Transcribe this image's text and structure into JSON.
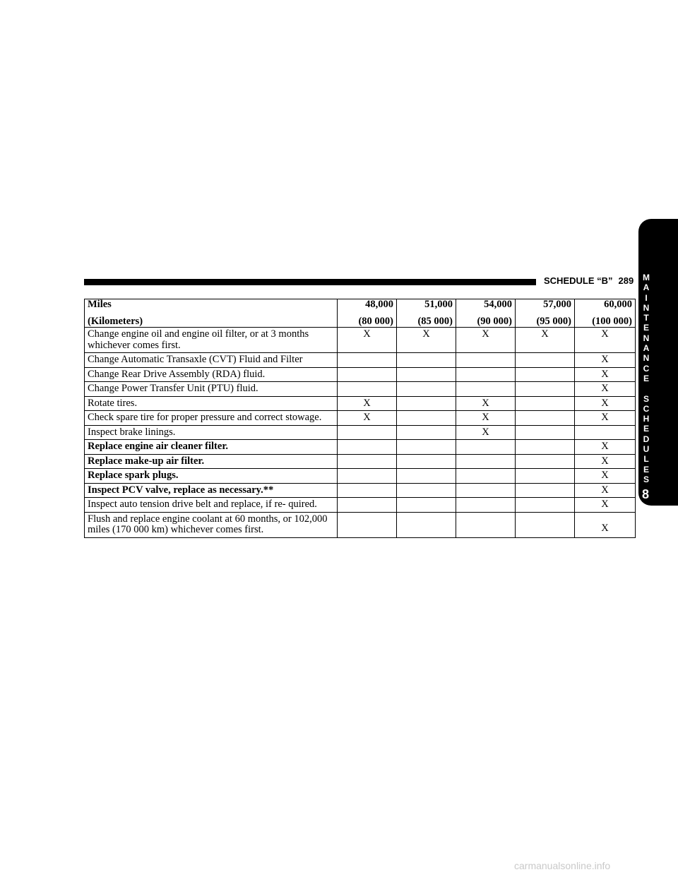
{
  "header": {
    "section": "SCHEDULE “B”",
    "page": "289"
  },
  "side_tab": {
    "letters": [
      "M",
      "A",
      "I",
      "N",
      "T",
      "E",
      "N",
      "A",
      "N",
      "C",
      "E",
      "",
      "S",
      "C",
      "H",
      "E",
      "D",
      "U",
      "L",
      "E",
      "S"
    ],
    "chapter": "8"
  },
  "table": {
    "header_label_1": "Miles",
    "header_label_2": "(Kilometers)",
    "columns": [
      {
        "miles": "48,000",
        "km": "(80 000)"
      },
      {
        "miles": "51,000",
        "km": "(85 000)"
      },
      {
        "miles": "54,000",
        "km": "(90 000)"
      },
      {
        "miles": "57,000",
        "km": "(95 000)"
      },
      {
        "miles": "60,000",
        "km": "(100 000)"
      }
    ],
    "rows": [
      {
        "task": "Change engine oil and engine oil filter, or at 3 months whichever comes first.",
        "marks": [
          "X",
          "X",
          "X",
          "X",
          "X"
        ]
      },
      {
        "task": "Change Automatic Transaxle (CVT) Fluid and Filter",
        "marks": [
          "",
          "",
          "",
          "",
          "X"
        ]
      },
      {
        "task": "Change Rear Drive Assembly (RDA) fluid.",
        "marks": [
          "",
          "",
          "",
          "",
          "X"
        ]
      },
      {
        "task": "Change Power Transfer Unit (PTU) fluid.",
        "marks": [
          "",
          "",
          "",
          "",
          "X"
        ]
      },
      {
        "task": "Rotate tires.",
        "marks": [
          "X",
          "",
          "X",
          "",
          "X"
        ]
      },
      {
        "task": "Check spare tire for proper pressure and correct stowage.",
        "marks": [
          "X",
          "",
          "X",
          "",
          "X"
        ]
      },
      {
        "task": "Inspect brake linings.",
        "marks": [
          "",
          "",
          "X",
          "",
          ""
        ]
      },
      {
        "task": "Replace engine air cleaner filter.",
        "marks": [
          "",
          "",
          "",
          "",
          "X"
        ]
      },
      {
        "task": "Replace make-up air filter.",
        "marks": [
          "",
          "",
          "",
          "",
          "X"
        ]
      },
      {
        "task": "Replace spark plugs.",
        "marks": [
          "",
          "",
          "",
          "",
          "X"
        ]
      },
      {
        "task": "Inspect PCV valve, replace as necessary.**",
        "marks": [
          "",
          "",
          "",
          "",
          "X"
        ]
      },
      {
        "task": "Inspect auto tension drive belt and replace, if re- quired.",
        "marks": [
          "",
          "",
          "",
          "",
          "X"
        ]
      },
      {
        "task": "Flush and replace engine coolant at 60 months, or 102,000 miles (170 000 km) whichever comes first.",
        "marks": [
          "",
          "",
          "",
          "",
          "X"
        ]
      }
    ]
  },
  "watermark": "carmanualsonline.info"
}
